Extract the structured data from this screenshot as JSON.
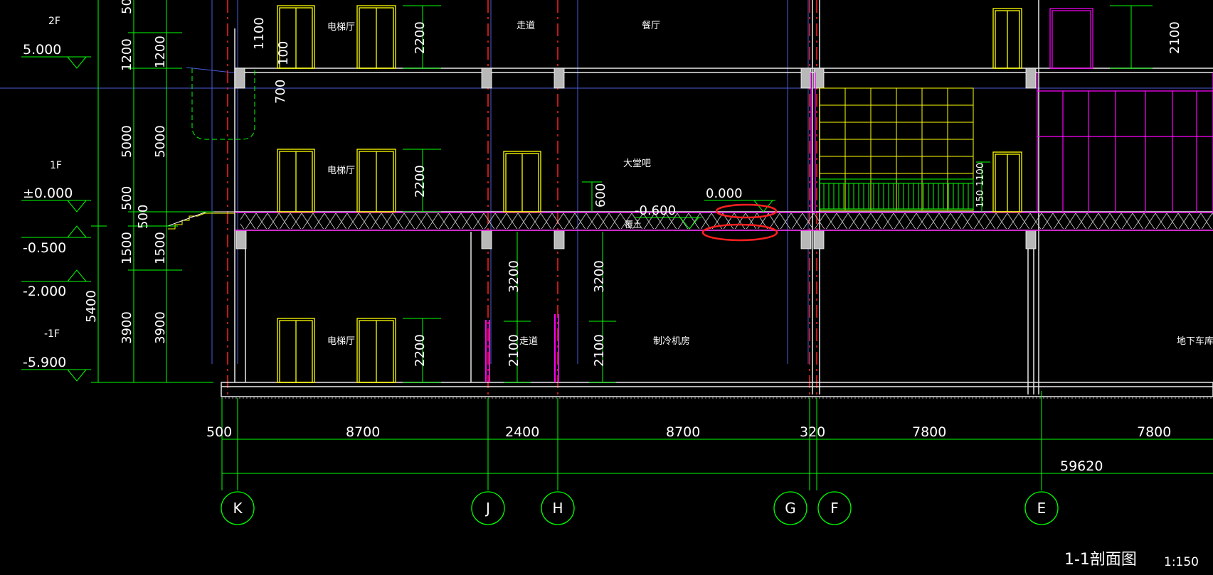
{
  "drawing": {
    "title": "1-1剖面图",
    "scale": "1:150"
  },
  "levels": {
    "f2": {
      "floor": "2F",
      "elev": "5.000"
    },
    "f1": {
      "floor": "1F",
      "elev": "±0.000"
    },
    "m05": {
      "elev": "-0.500"
    },
    "m2": {
      "elev": "-2.000"
    },
    "b1": {
      "floor": "-1F",
      "elev": "-5.900"
    }
  },
  "left_dims": {
    "outer_total": "5400",
    "col1": [
      "50",
      "1200",
      "5000",
      "500",
      "1500",
      "3900"
    ],
    "col2": [
      "1200",
      "5000",
      "500",
      "1500",
      "3900"
    ],
    "w1100": "1100",
    "w100": "100",
    "w700": "700"
  },
  "rooms": {
    "elev_2f": "电梯厅",
    "corr_2f": "走道",
    "rest_2f": "餐厅",
    "elev_1f": "电梯厅",
    "lobby_bar": "大堂吧",
    "elev_b1": "电梯厅",
    "corr_b1": "走道",
    "chiller": "制冷机房",
    "garage": "地下车库",
    "soil": "覆土"
  },
  "door_dims": {
    "d2200": "2200",
    "d2100": "2100",
    "d3200": "3200",
    "d600": "600",
    "d150": "150",
    "d1100": "1100"
  },
  "marks": {
    "m0": "0.000",
    "m06": "-0.600"
  },
  "axis_dims": {
    "segments": [
      "500",
      "8700",
      "2400",
      "8700",
      "320",
      "7800",
      "7800"
    ],
    "total": "59620"
  },
  "axes": [
    "K",
    "J",
    "H",
    "G",
    "F",
    "E"
  ],
  "colors": {
    "green": "#00ff00",
    "yellow": "#ffff00",
    "red": "#ff0000",
    "blue": "#4b5bd8",
    "white": "#ffffff",
    "magenta": "#ff00ff"
  }
}
